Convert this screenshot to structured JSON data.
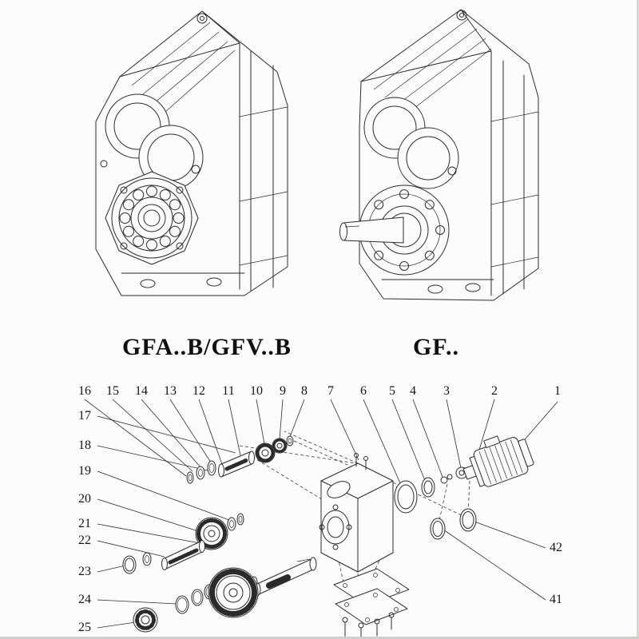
{
  "colors": {
    "background": "#fcfcfc",
    "line": "#2b2b2b",
    "text": "#141414"
  },
  "models": {
    "left_label": "GFA..B/GFV..B",
    "right_label": "GF.."
  },
  "exploded": {
    "top_row": [
      "16",
      "15",
      "14",
      "13",
      "12",
      "11",
      "10",
      "9",
      "8",
      "7",
      "6",
      "5",
      "4",
      "3",
      "2",
      "1"
    ],
    "left_column": [
      "17",
      "18",
      "19",
      "20",
      "21",
      "22",
      "23",
      "24",
      "25"
    ],
    "right_column": [
      "42",
      "41"
    ]
  }
}
